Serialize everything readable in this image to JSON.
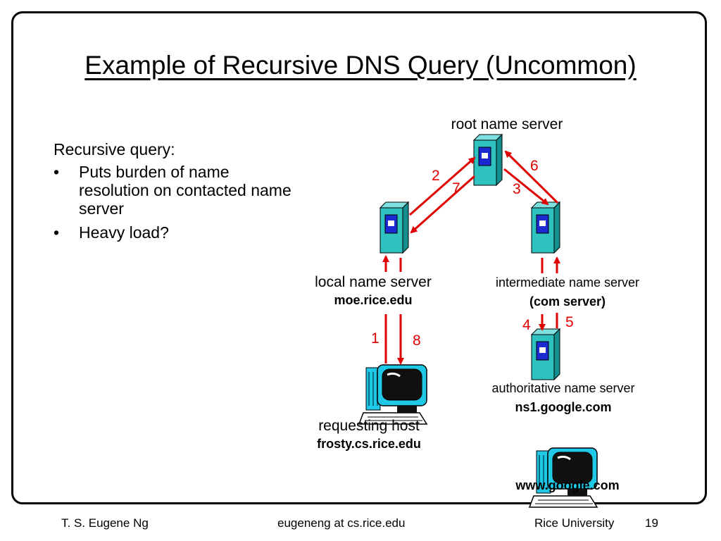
{
  "slide": {
    "title": "Example of Recursive DNS Query (Uncommon)",
    "bullets": {
      "heading": "Recursive query:",
      "items": [
        "Puts burden of name resolution on contacted name server",
        "Heavy load?"
      ]
    }
  },
  "diagram": {
    "nodes": {
      "root": {
        "label": "root name server"
      },
      "local": {
        "label": "local name server",
        "host": "moe.rice.edu"
      },
      "intermediate": {
        "label": "intermediate name server",
        "host": "(com server)"
      },
      "authoritative": {
        "label": "authoritative name server",
        "host": "ns1.google.com"
      },
      "requesting": {
        "label": "requesting host",
        "host": "frosty.cs.rice.edu"
      },
      "target": {
        "host": "www.google.com"
      }
    },
    "steps": [
      "1",
      "2",
      "3",
      "4",
      "5",
      "6",
      "7",
      "8"
    ]
  },
  "footer": {
    "author": "T. S. Eugene Ng",
    "email": "eugeneng at cs.rice.edu",
    "institution": "Rice University",
    "page": "19"
  },
  "colors": {
    "arrow": "#e00000",
    "server_teal": "#2fc0c0",
    "server_face": "#1aa3a3",
    "panel_blue": "#1a2ad0",
    "monitor_cyan": "#20c8e8"
  }
}
